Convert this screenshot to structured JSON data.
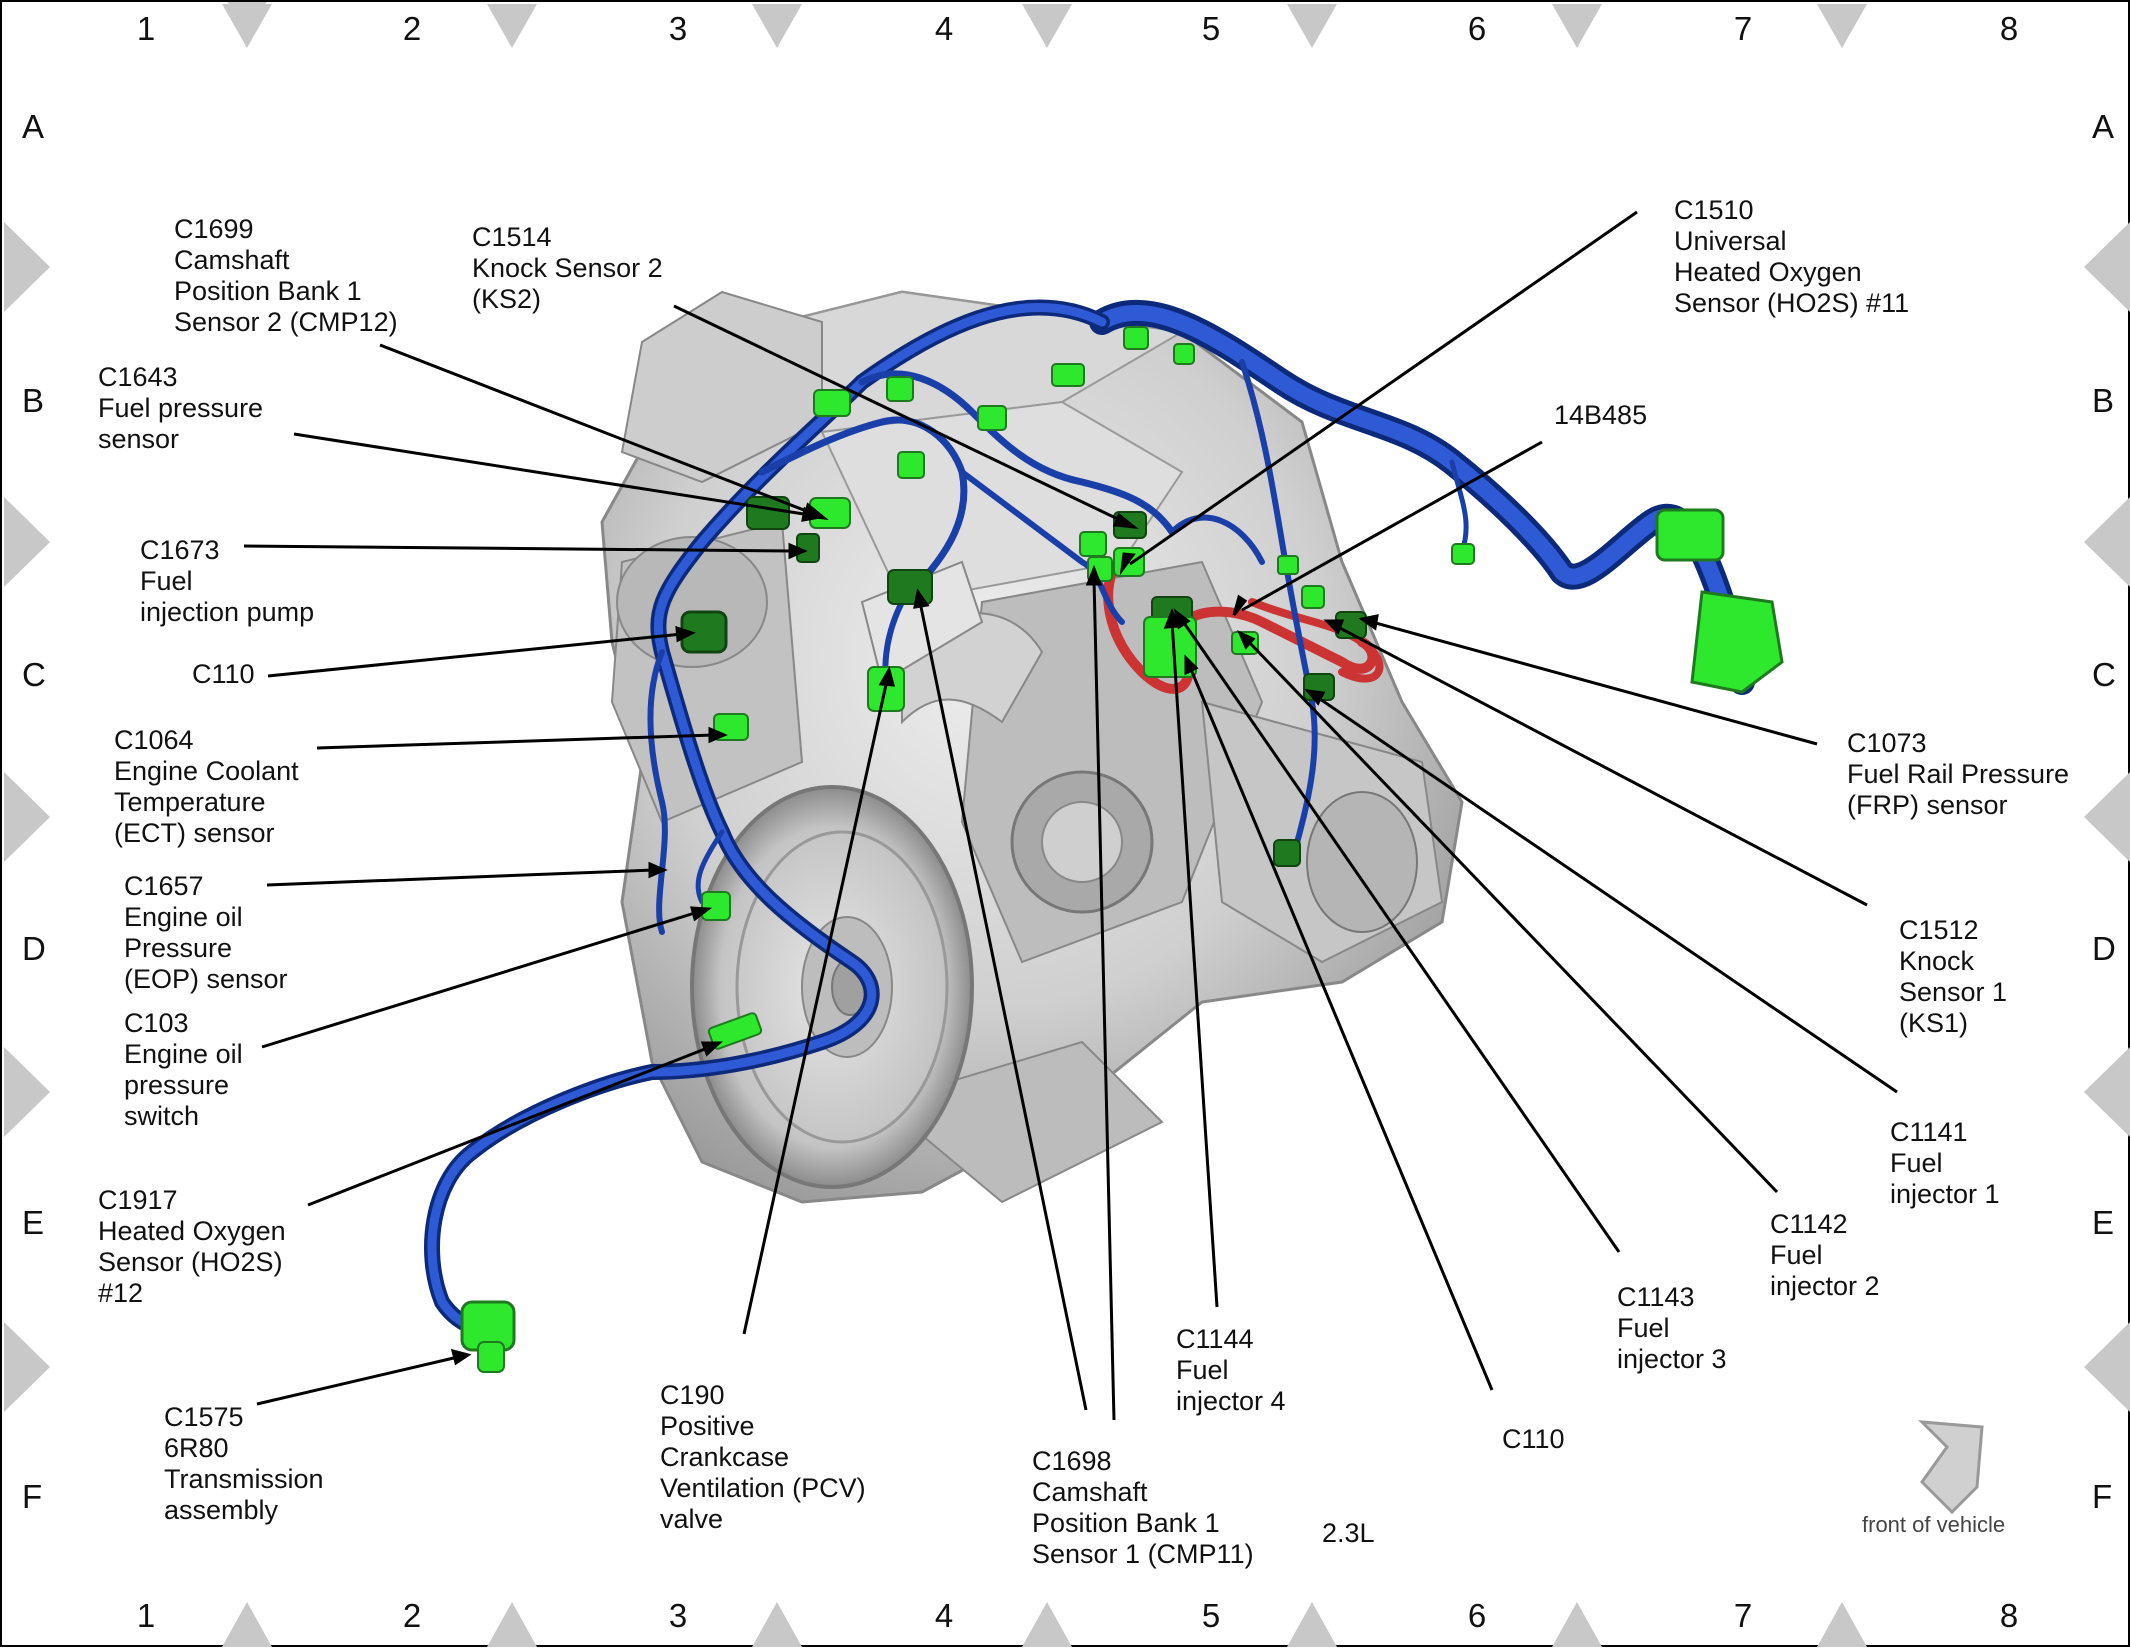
{
  "grid": {
    "columns": [
      "1",
      "2",
      "3",
      "4",
      "5",
      "6",
      "7",
      "8"
    ],
    "rows": [
      "A",
      "B",
      "C",
      "D",
      "E",
      "F"
    ]
  },
  "labels": {
    "c1699": {
      "id": "C1699",
      "lines": [
        "Camshaft",
        "Position Bank 1",
        "Sensor 2 (CMP12)"
      ]
    },
    "c1514": {
      "id": "C1514",
      "lines": [
        "Knock Sensor 2",
        "(KS2)"
      ]
    },
    "c1510": {
      "id": "C1510",
      "lines": [
        "Universal",
        "Heated Oxygen",
        "Sensor (HO2S) #11"
      ]
    },
    "c1643": {
      "id": "C1643",
      "lines": [
        "Fuel pressure",
        "sensor"
      ]
    },
    "b14b485": {
      "id": "14B485",
      "lines": []
    },
    "c1673": {
      "id": "C1673",
      "lines": [
        "Fuel",
        "injection pump"
      ]
    },
    "c110_left": {
      "id": "C110",
      "lines": []
    },
    "c1064": {
      "id": "C1064",
      "lines": [
        "Engine Coolant",
        "Temperature",
        "(ECT) sensor"
      ]
    },
    "c1073": {
      "id": "C1073",
      "lines": [
        "Fuel Rail Pressure",
        "(FRP) sensor"
      ]
    },
    "c1657": {
      "id": "C1657",
      "lines": [
        "Engine oil",
        "Pressure",
        "(EOP) sensor"
      ]
    },
    "c1512": {
      "id": "C1512",
      "lines": [
        "Knock",
        "Sensor 1",
        "(KS1)"
      ]
    },
    "c103": {
      "id": "C103",
      "lines": [
        "Engine oil",
        "pressure",
        "switch"
      ]
    },
    "c1141": {
      "id": "C1141",
      "lines": [
        "Fuel",
        "injector 1"
      ]
    },
    "c1917": {
      "id": "C1917",
      "lines": [
        "Heated Oxygen",
        "Sensor (HO2S)",
        "#12"
      ]
    },
    "c1142": {
      "id": "C1142",
      "lines": [
        "Fuel",
        "injector 2"
      ]
    },
    "c1143": {
      "id": "C1143",
      "lines": [
        "Fuel",
        "injector 3"
      ]
    },
    "c1144": {
      "id": "C1144",
      "lines": [
        "Fuel",
        "injector 4"
      ]
    },
    "c1575": {
      "id": "C1575",
      "lines": [
        "6R80",
        "Transmission",
        "assembly"
      ]
    },
    "c190": {
      "id": "C190",
      "lines": [
        "Positive",
        "Crankcase",
        "Ventilation (PCV)",
        "valve"
      ]
    },
    "c110_bottom": {
      "id": "C110",
      "lines": []
    },
    "c1698": {
      "id": "C1698",
      "lines": [
        "Camshaft",
        "Position Bank 1",
        "Sensor 1 (CMP11)"
      ]
    }
  },
  "engine_label": "2.3L",
  "front_caption": "front of vehicle",
  "colors": {
    "harness": "#1a3fa8",
    "harness_dark": "#0d2a7a",
    "connector": "#2ee82e",
    "connector_dark": "#1f7a1f",
    "red_harness": "#cc3333",
    "engine": "#c8c8c8",
    "leader": "#000000",
    "diamond": "#c8c8c8"
  }
}
